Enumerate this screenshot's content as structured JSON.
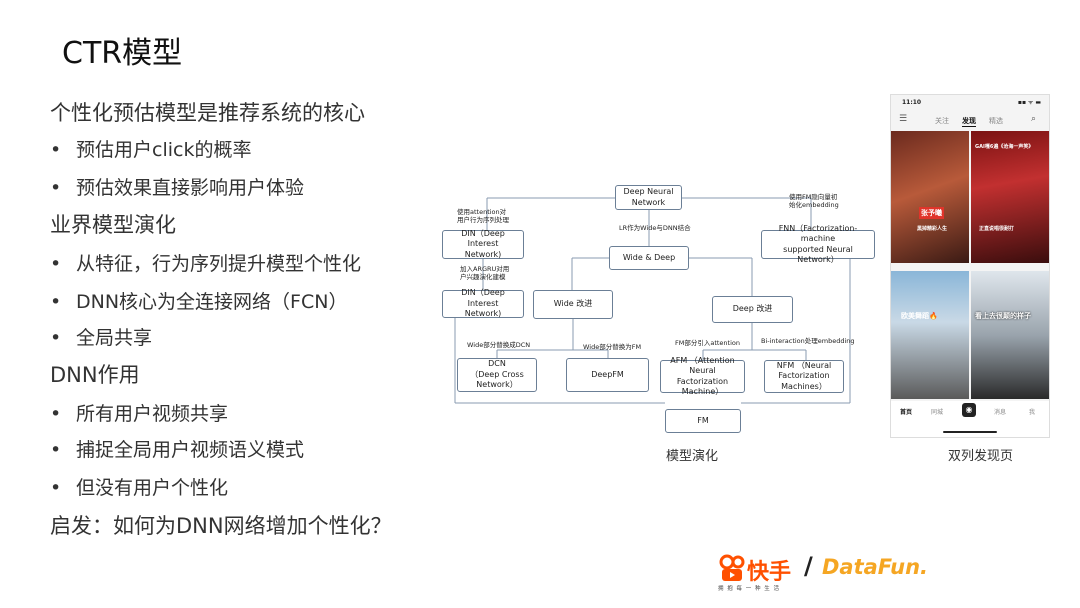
{
  "slide": {
    "title": "CTR模型",
    "lines": [
      {
        "type": "heading",
        "text": "个性化预估模型是推荐系统的核心"
      },
      {
        "type": "bullet",
        "text": "预估用户click的概率"
      },
      {
        "type": "bullet",
        "text": "预估效果直接影响用户体验"
      },
      {
        "type": "heading",
        "text": "业界模型演化"
      },
      {
        "type": "bullet",
        "text": "从特征，行为序列提升模型个性化"
      },
      {
        "type": "bullet",
        "text": "DNN核心为全连接网络（FCN）"
      },
      {
        "type": "bullet",
        "text": "全局共享"
      },
      {
        "type": "heading",
        "text": "DNN作用"
      },
      {
        "type": "bullet",
        "text": "所有用户视频共享"
      },
      {
        "type": "bullet",
        "text": "捕捉全局用户视频语义模式"
      },
      {
        "type": "bullet",
        "text": "但没有用户个性化"
      },
      {
        "type": "heading",
        "text": "启发：如何为DNN网络增加个性化？"
      }
    ],
    "bullet_glyph": "•"
  },
  "diagram": {
    "caption": "模型演化",
    "nodes": [
      {
        "id": "dnn",
        "label": "Deep Neural\nNetwork"
      },
      {
        "id": "din1",
        "label": "DIN（Deep Interest\nNetwork)"
      },
      {
        "id": "wd",
        "label": "Wide & Deep"
      },
      {
        "id": "fnn",
        "label": "FNN（Factorization-machine\nsupported Neural Network）"
      },
      {
        "id": "din2",
        "label": "DIN（Deep Interest\nNetwork)"
      },
      {
        "id": "wide",
        "label": "Wide 改进"
      },
      {
        "id": "deep",
        "label": "Deep 改进"
      },
      {
        "id": "dcn",
        "label": "DCN\n（Deep Cross\nNetwork）"
      },
      {
        "id": "deepfm",
        "label": "DeepFM"
      },
      {
        "id": "afm",
        "label": "AFM （Attention\nNeural Factorization\nMachine）"
      },
      {
        "id": "nfm",
        "label": "NFM （Neural\nFactorization\nMachines）"
      },
      {
        "id": "fm",
        "label": "FM"
      }
    ],
    "edge_labels": [
      {
        "id": "l1",
        "text": "使用attention对\n用户行为序列处理"
      },
      {
        "id": "l2",
        "text": "LR作为Wide与DNN结合"
      },
      {
        "id": "l3",
        "text": "使用FM隐向量初\n始化embedding"
      },
      {
        "id": "l4",
        "text": "加入ARGRU对用\n户兴趣演化建模"
      },
      {
        "id": "l5",
        "text": "Wide部分替换成DCN"
      },
      {
        "id": "l6",
        "text": "Wide部分替换为FM"
      },
      {
        "id": "l7",
        "text": "FM部分引入attention"
      },
      {
        "id": "l8",
        "text": "Bi-interaction处理embedding"
      }
    ],
    "line_color": "#8a9bb0",
    "node_border": "#6b7f96"
  },
  "phone": {
    "caption": "双列发现页",
    "status_time": "11:10",
    "status_icons": "▪▪ ᯤ ▬",
    "top_tabs": [
      {
        "label": "关注",
        "active": false
      },
      {
        "label": "发现",
        "active": true
      },
      {
        "label": "精选",
        "active": false
      }
    ],
    "cards": [
      {
        "text": "张予曦",
        "sub": "黑掉精彩人生"
      },
      {
        "text": "GAI嘎6遍《沧海一声笑》",
        "sub": "正直说唱很耐打"
      },
      {
        "text": "欧美舞蹈🔥",
        "sub": ""
      },
      {
        "text": "看上去很颠的样子",
        "sub": ""
      }
    ],
    "bottom_tabs": [
      {
        "label": "首页",
        "active": true
      },
      {
        "label": "同城",
        "active": false
      },
      {
        "label": "消息",
        "active": false
      },
      {
        "label": "我",
        "active": false
      }
    ]
  },
  "logo": {
    "brand1": "快手",
    "separator": "/",
    "brand2": "DataFun.",
    "tagline": "拥 抱 每 一 种 生 活",
    "colors": {
      "kuaishou": "#ff5000",
      "datafun": "#f5a623"
    }
  }
}
